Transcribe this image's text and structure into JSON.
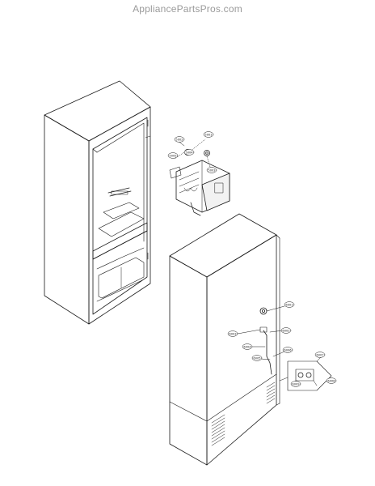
{
  "watermark": "AppliancePartsPros.com",
  "diagram": {
    "callouts": [
      {
        "id": "c1",
        "label": "5001"
      },
      {
        "id": "c2",
        "label": "5005"
      },
      {
        "id": "c3",
        "label": "5002"
      },
      {
        "id": "c4",
        "label": "5003"
      },
      {
        "id": "c5",
        "label": "5004"
      },
      {
        "id": "c6",
        "label": "6001"
      },
      {
        "id": "c7",
        "label": "6002"
      },
      {
        "id": "c8",
        "label": "6003"
      },
      {
        "id": "c9",
        "label": "6004"
      },
      {
        "id": "c10",
        "label": "6005"
      },
      {
        "id": "c11",
        "label": "6006"
      },
      {
        "id": "c12",
        "label": "6007"
      },
      {
        "id": "c13",
        "label": "6008"
      },
      {
        "id": "c14",
        "label": "6009"
      }
    ]
  },
  "colors": {
    "line": "#1a1a1a",
    "watermark": "#9a9a9a"
  }
}
